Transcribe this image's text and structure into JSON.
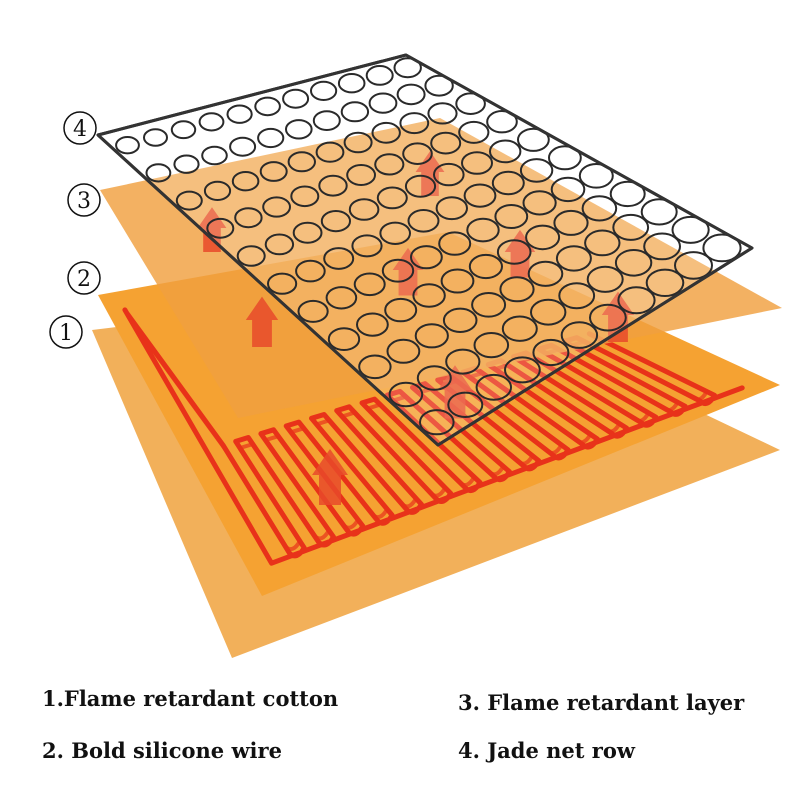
{
  "layers": [
    {
      "number": "1",
      "marker": "①",
      "legend": "1.Flame retardant cotton"
    },
    {
      "number": "2",
      "marker": "②",
      "legend": "2. Bold silicone wire"
    },
    {
      "number": "3",
      "marker": "③",
      "legend": "3. Flame retardant layer"
    },
    {
      "number": "4",
      "marker": "④",
      "legend": "4. Jade net row"
    }
  ],
  "colors": {
    "cotton": "#f2b05a",
    "wire_sheet": "#f5a232",
    "heat_wire": "#e8321a",
    "flame_layer": "#f0a040",
    "net_outline": "#333333",
    "arrow": "#e84a2a"
  },
  "icons": {
    "heat_arrow": "arrow-up-icon"
  }
}
